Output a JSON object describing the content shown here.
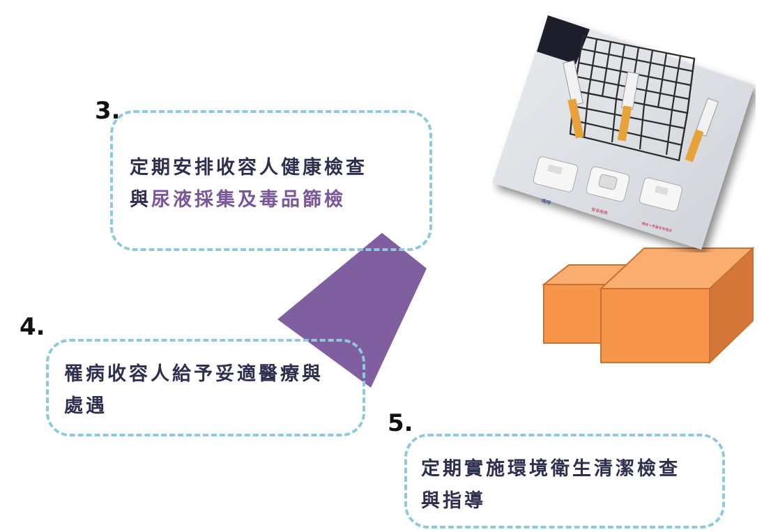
{
  "items": [
    {
      "number": "3.",
      "line1": "定期安排收容人健康檢查",
      "line2_prefix": "與",
      "line2_highlight": "尿液採集及毒品篩檢"
    },
    {
      "number": "4.",
      "line1": "罹病收容人給予妥適醫療與",
      "line2": "處遇"
    },
    {
      "number": "5.",
      "line1": "定期實施環境衛生清潔檢查",
      "line2": "與指導"
    }
  ],
  "colors": {
    "card_border": "#8ecad9",
    "text": "#2e2e4e",
    "highlight_text": "#7a559a",
    "arrow": "#7f5fa0",
    "box_front": "#f7964a",
    "box_top": "#f9ad6f",
    "box_side": "#d4783a"
  },
  "photo": {
    "icon": "drug-test-kit-photo",
    "rack_label_1": "嗎啡",
    "rack_label_2": "安非他命",
    "rack_label_3": "嗎啡＋甲基安非他命"
  }
}
